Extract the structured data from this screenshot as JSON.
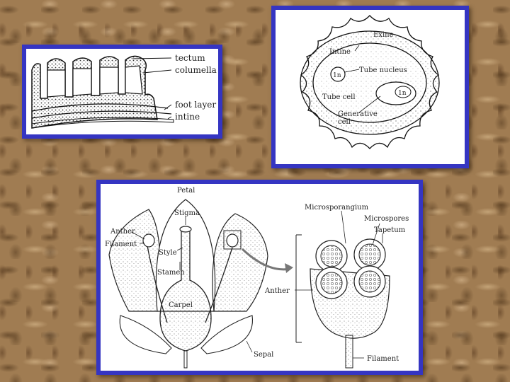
{
  "pollen_wall": {
    "labels": {
      "tectum": "tectum",
      "columella": "columella",
      "foot_layer": "foot layer",
      "intine": "intine"
    }
  },
  "pollen_grain": {
    "labels": {
      "exine": "Exine",
      "intine": "Intine",
      "tube_nucleus": "Tube nucleus",
      "tube_cell": "Tube cell",
      "generative_cell_line1": "Generative",
      "generative_cell_line2": "cell",
      "tube_nucleus_ploidy": "1n",
      "generative_ploidy": "1n"
    }
  },
  "flower": {
    "labels": {
      "petal": "Petal",
      "stigma": "Stigma",
      "anther": "Anther",
      "filament": "Filament",
      "style": "Style",
      "stamen": "Stamen",
      "carpel": "Carpel",
      "sepal": "Sepal",
      "microsporangium": "Microsporangium",
      "microspores": "Microspores",
      "tapetum": "Tapetum",
      "anther_detail": "Anther",
      "filament_detail": "Filament"
    }
  }
}
